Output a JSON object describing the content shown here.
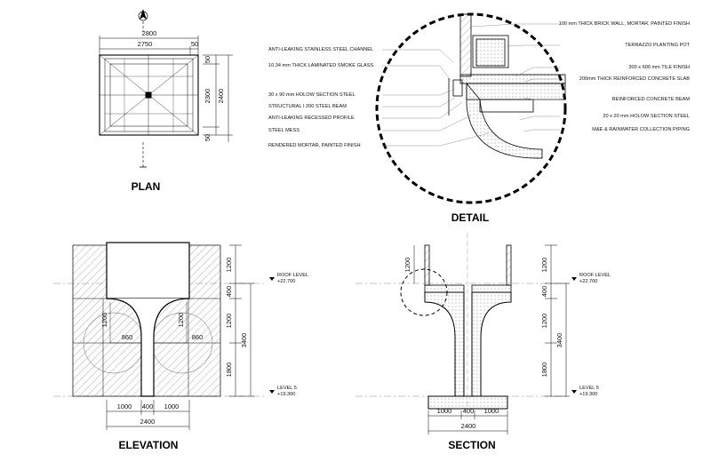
{
  "titles": {
    "plan": "PLAN",
    "detail": "DETAIL",
    "elevation": "ELEVATION",
    "section": "SECTION"
  },
  "plan": {
    "dims_top": [
      "2800",
      "2750",
      "50"
    ],
    "dims_right": [
      "50",
      "2300",
      "2400",
      "50"
    ]
  },
  "detail": {
    "labels_left": [
      "ANTI-LEAKING STAINLESS STEEL CHANNEL",
      "10.34 mm THICK LAMINATED SMOKE GLASS",
      "30 x 90 mm HOLOW SECTION STEEL",
      "STRUCTURAL I 200 STEEL BEAM",
      "ANTI-LEAKING RECESSED PROFILE",
      "STEEL MESS",
      "RENDERED MORTAR, PAINTED FINISH"
    ],
    "labels_right": [
      "100 mm THICK BRICK WALL, MORTAR, PAINTED FINISH",
      "TERRAZZO PLANTING POT",
      "300 x 600 mm TILE FINISH",
      "200mm THICK REINFORCED CONCRETE SLAB",
      "REINFORCED CONCRETE BEAM",
      "20 x 20 mm HOLOW SECTION STEEL",
      "M&E & RAINWATER COLLECTION PIPING"
    ]
  },
  "elevation": {
    "dims_right": [
      "1200",
      "400",
      "1200",
      "1800",
      "3400"
    ],
    "dims_inner": [
      "1200",
      "860",
      "1200",
      "860"
    ],
    "dims_bottom": [
      "1000",
      "400",
      "1000",
      "2400"
    ]
  },
  "section": {
    "dims_right": [
      "1200",
      "400",
      "1200",
      "1800",
      "3400"
    ],
    "dims_left": [
      "1200"
    ],
    "dims_bottom": [
      "1000",
      "400",
      "1000",
      "2400"
    ]
  },
  "levels": {
    "roof_name": "ROOF LEVEL",
    "roof_value": "+22.700",
    "level5_name": "LEVEL 5",
    "level5_value": "+19.300"
  },
  "colors": {
    "line": "#000000",
    "hatch": "#555555"
  }
}
